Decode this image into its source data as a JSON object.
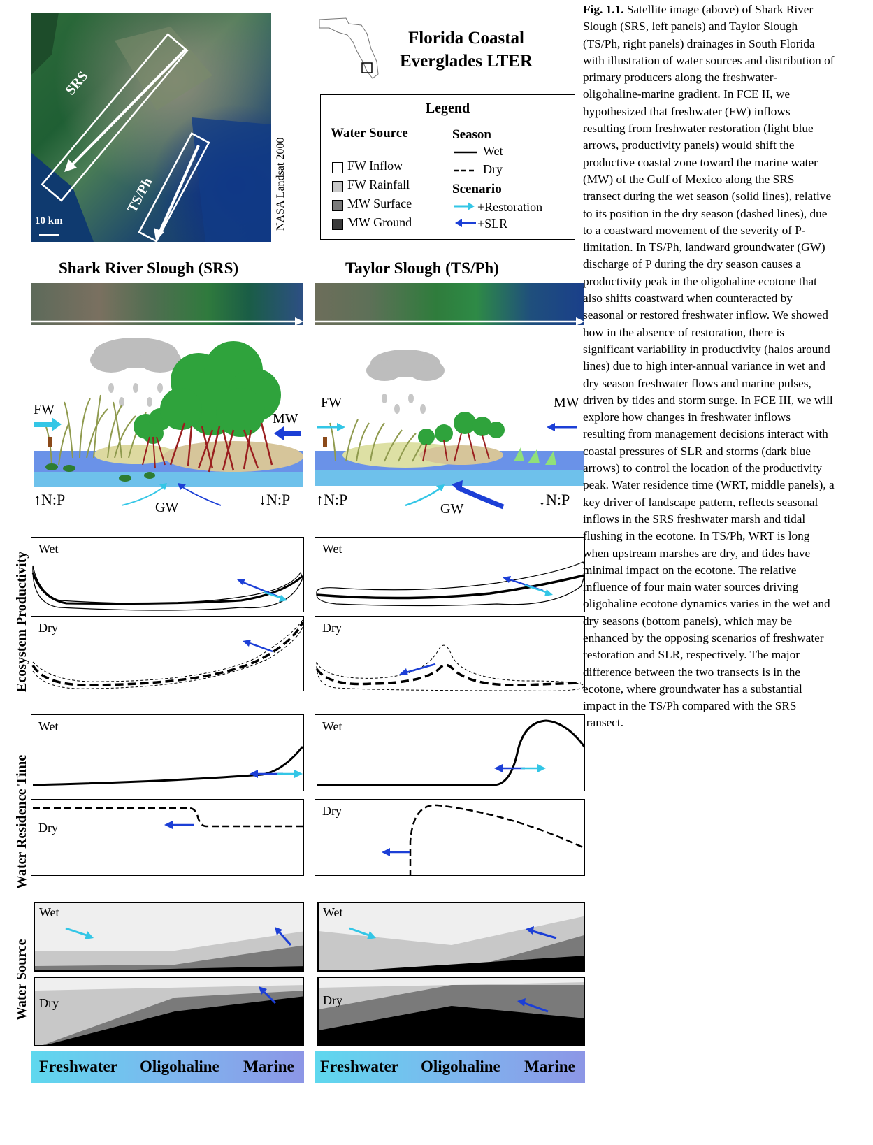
{
  "header": {
    "title_line1": "Florida Coastal",
    "title_line2": "Everglades LTER"
  },
  "satellite": {
    "label_srs": "SRS",
    "label_tsph": "TS/Ph",
    "scale": "10 km",
    "credit": "NASA Landsat 2000"
  },
  "legend": {
    "title": "Legend",
    "water_source_heading": "Water Source",
    "water_sources": [
      "FW Inflow",
      "FW Rainfall",
      "MW Surface",
      "MW Ground"
    ],
    "water_source_colors": [
      "#ffffff",
      "#c8c8c8",
      "#7a7a7a",
      "#3a3a3a"
    ],
    "season_heading": "Season",
    "season_wet": "Wet",
    "season_dry": "Dry",
    "scenario_heading": "Scenario",
    "scenario_restoration": "+Restoration",
    "scenario_slr": "+SLR",
    "restoration_color": "#33c6e6",
    "slr_color": "#1c3fd6"
  },
  "columns": {
    "left_title": "Shark River Slough (SRS)",
    "right_title": "Taylor Slough (TS/Ph)"
  },
  "schematic": {
    "fw": "FW",
    "mw": "MW",
    "gw": "GW",
    "np_high": "↑N:P",
    "np_low": "↓N:P"
  },
  "rows": {
    "productivity_label": "Ecosystem Productivity",
    "wrt_label": "Water Residence Time",
    "source_label": "Water Source",
    "wet": "Wet",
    "dry": "Dry"
  },
  "gradient": {
    "freshwater": "Freshwater",
    "oligohaline": "Oligohaline",
    "marine": "Marine"
  },
  "caption": {
    "fig": "Fig. 1.1.",
    "text": " Satellite image (above) of Shark River Slough (SRS, left panels) and Taylor Slough (TS/Ph, right panels) drainages in South Florida with illustration of water sources and distribution of primary producers along the freshwater-oligohaline-marine gradient. In FCE II, we hypothesized that freshwater (FW) inflows resulting from freshwater restoration (light blue arrows, productivity panels) would shift the productive coastal zone toward the marine water (MW) of the Gulf of Mexico along the SRS transect during the wet season (solid lines), relative to its position in the dry season (dashed lines), due to a coastward movement of the severity of P-limitation. In TS/Ph, landward groundwater (GW) discharge of P during the dry season causes a productivity peak in the oligohaline ecotone that also shifts coastward when counteracted by seasonal or restored freshwater inflow. We showed how in the absence of restoration, there is significant variability in productivity (halos around lines) due to high inter-annual variance in wet and dry season freshwater flows and marine pulses, driven by tides and storm surge. In FCE III, we will explore how changes in freshwater inflows resulting from management decisions interact with coastal pressures of SLR and storms (dark blue arrows) to control the location of the productivity peak. Water residence time (WRT, middle panels), a key driver of landscape pattern, reflects seasonal inflows in the SRS freshwater marsh and tidal flushing in the ecotone. In TS/Ph, WRT is long when upstream marshes are dry, and tides have minimal impact on the ecotone. The relative influence of four main water sources driving oligohaline ecotone dynamics varies in the wet and dry seasons (bottom panels), which may be enhanced by the opposing scenarios of freshwater restoration and SLR, respectively. The major difference between the two transects is in the ecotone, where groundwater has a substantial impact in the TS/Ph compared with the SRS transect."
  }
}
